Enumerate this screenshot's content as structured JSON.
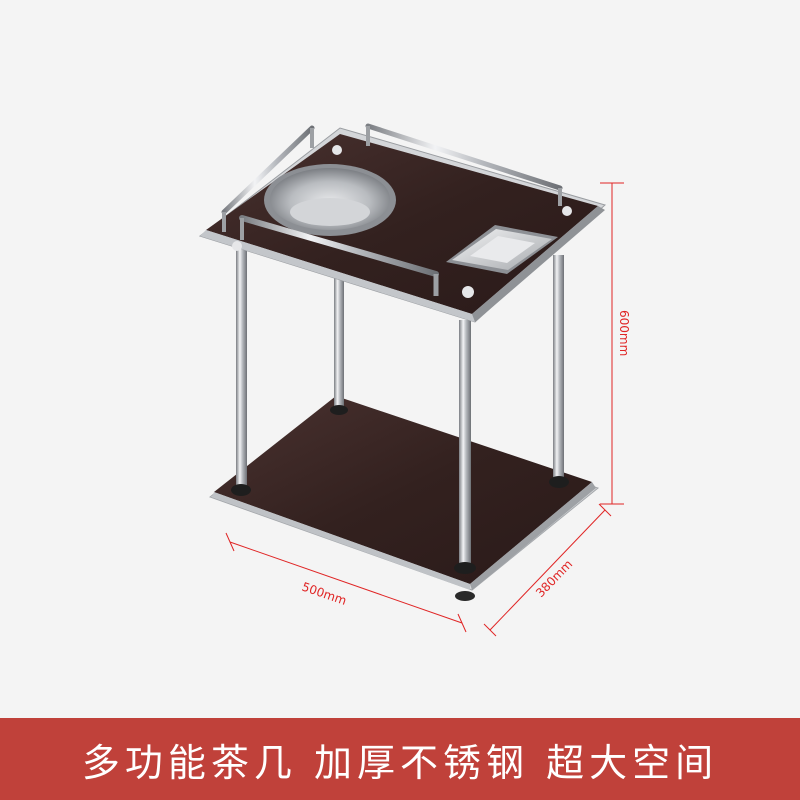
{
  "dimensions": {
    "height_label": "600mm",
    "width_label": "500mm",
    "depth_label": "380mm"
  },
  "banner": {
    "text": "多功能茶几 加厚不锈钢 超大空间"
  },
  "colors": {
    "banner_background": "#c0413a",
    "dimension_lines": "#e02525",
    "wood": "#3a2624",
    "steel": "#c9ccd0"
  }
}
